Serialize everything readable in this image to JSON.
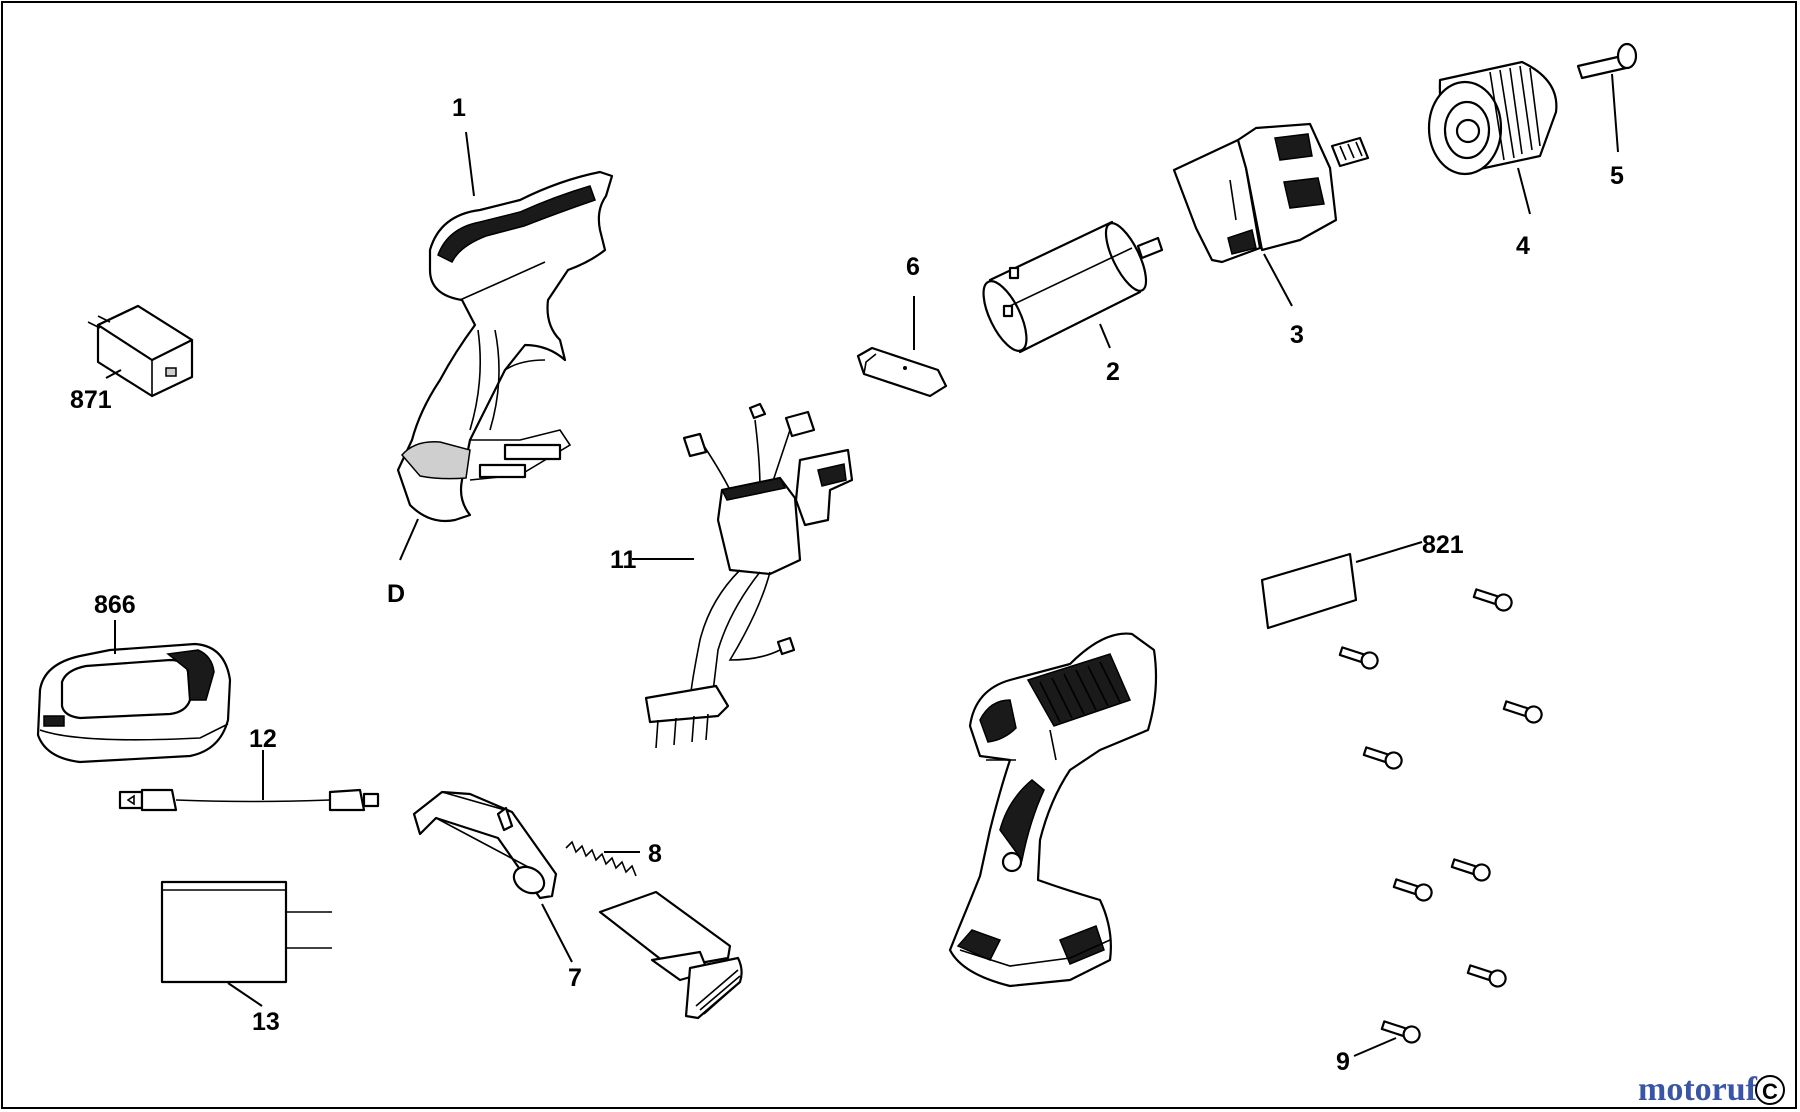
{
  "diagram": {
    "labels": {
      "p1": "1",
      "p2": "2",
      "p3": "3",
      "p4": "4",
      "p5": "5",
      "p6": "6",
      "p7": "7",
      "p8": "8",
      "p9": "9",
      "p11": "11",
      "p12": "12",
      "p13": "13",
      "pD": "D",
      "p821": "821",
      "p866": "866",
      "p871": "871"
    },
    "watermark": {
      "text": "motoruf",
      "badge": "C"
    }
  },
  "colors": {
    "ink": "#000000",
    "paper": "#ffffff",
    "watermark_blue": "#3b55a6",
    "watermark_orange": "#e08a1e"
  }
}
